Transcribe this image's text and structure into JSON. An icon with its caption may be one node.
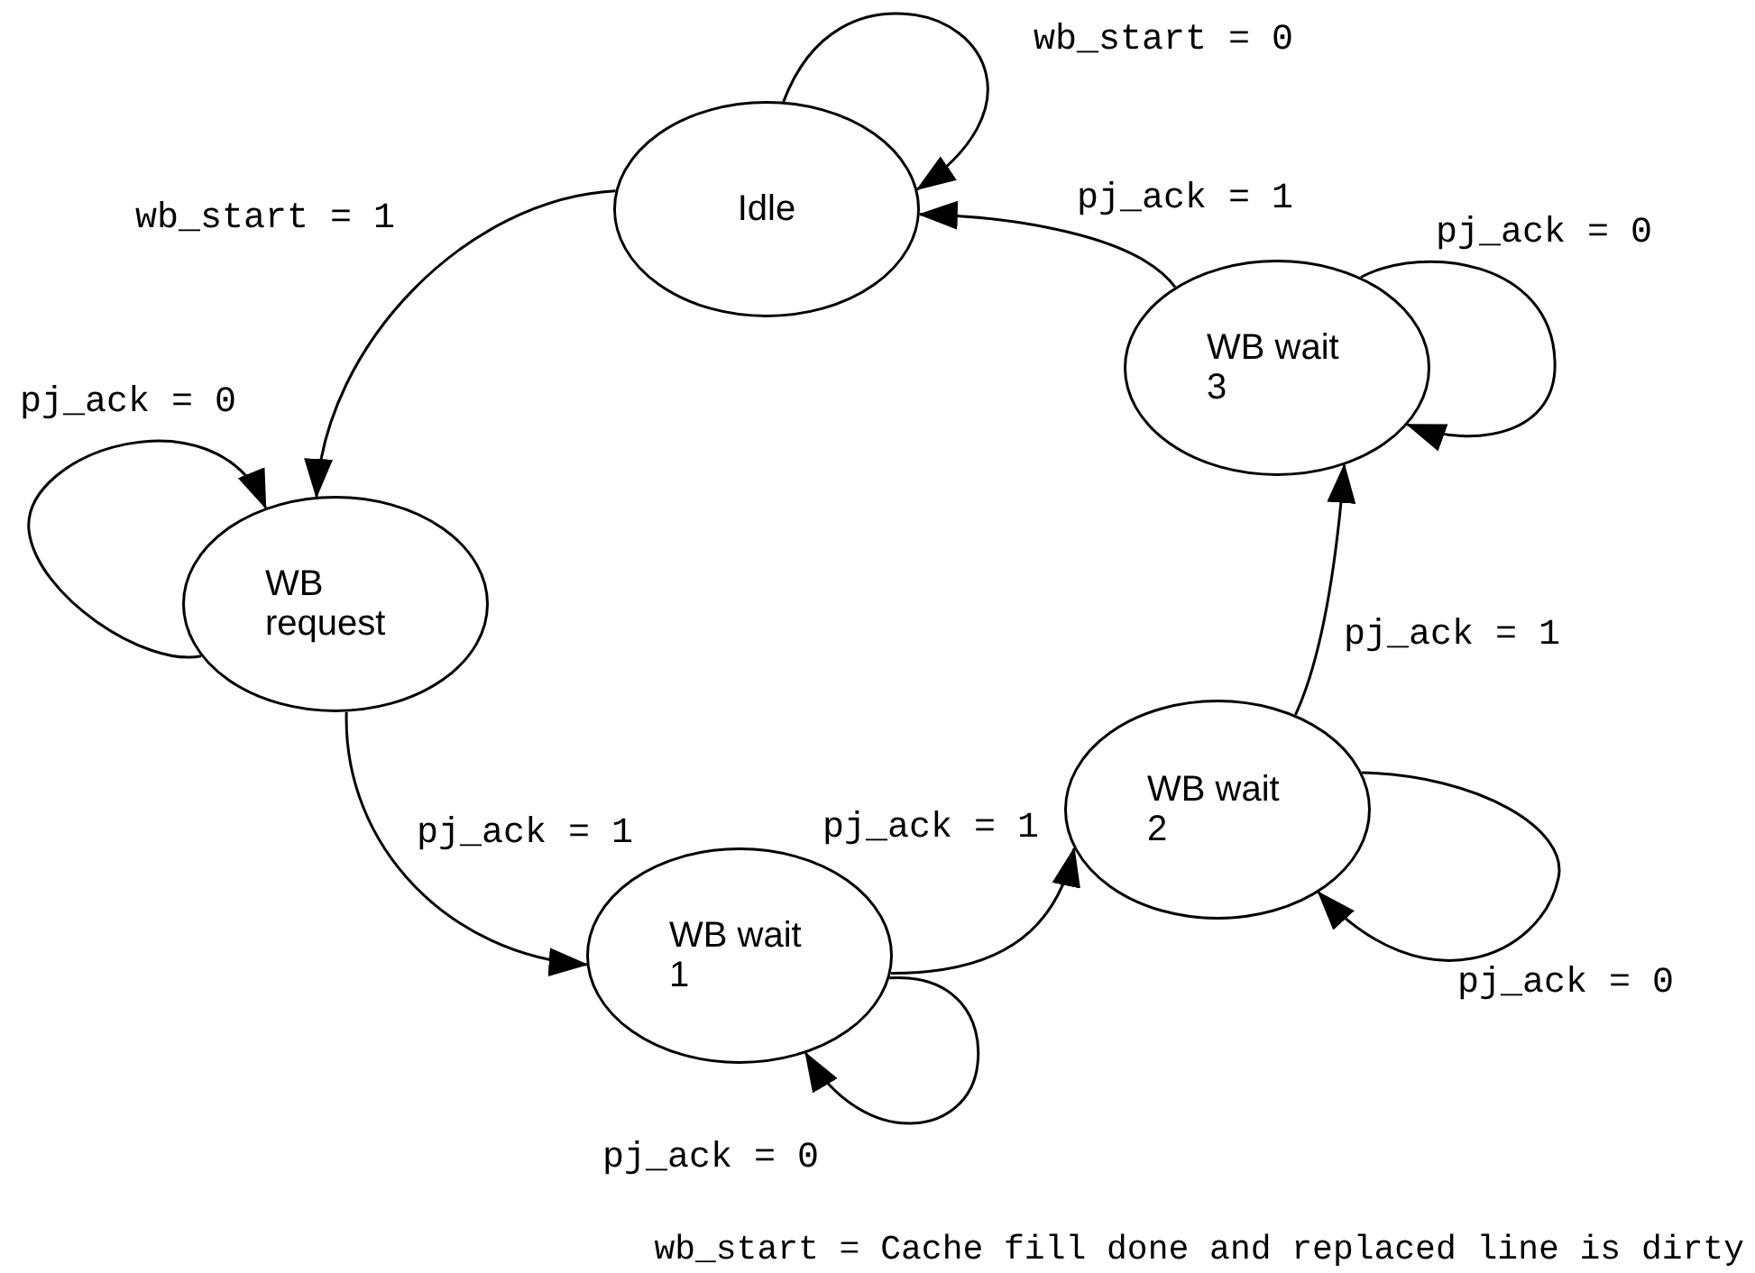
{
  "diagram": {
    "nodes": [
      {
        "text": [
          "Idle"
        ]
      },
      {
        "text": [
          "WB request"
        ]
      },
      {
        "text": [
          "WB wait 1"
        ]
      },
      {
        "text": [
          "WB wait 2"
        ]
      },
      {
        "text": [
          "WB wait 3"
        ]
      }
    ],
    "edges": [
      {
        "from": 0,
        "to": 0,
        "arrow": "to",
        "label": "wb_start = 0"
      },
      {
        "from": 0,
        "to": 1,
        "arrow": "to",
        "label": "wb_start = 1"
      },
      {
        "from": 1,
        "to": 1,
        "arrow": "to",
        "label": "pj_ack = 0"
      },
      {
        "from": 1,
        "to": 2,
        "arrow": "to",
        "label": "pj_ack = 1"
      },
      {
        "from": 2,
        "to": 3,
        "arrow": "to",
        "label": "pj_ack = 1"
      },
      {
        "from": 2,
        "to": 2,
        "arrow": "to",
        "label": "pj_ack = 0"
      },
      {
        "from": 3,
        "to": 4,
        "arrow": "to",
        "label": "pj_ack = 1"
      },
      {
        "from": 3,
        "to": 3,
        "arrow": "to",
        "label": "pj_ack = 0"
      },
      {
        "from": 4,
        "to": 0,
        "arrow": "to",
        "label": "pj_ack = 1"
      },
      {
        "from": 4,
        "to": 4,
        "arrow": "to",
        "label": "pj_ack = 0"
      }
    ],
    "labels": [
      "wb_start = Cache fill done and replaced line is dirty"
    ]
  }
}
